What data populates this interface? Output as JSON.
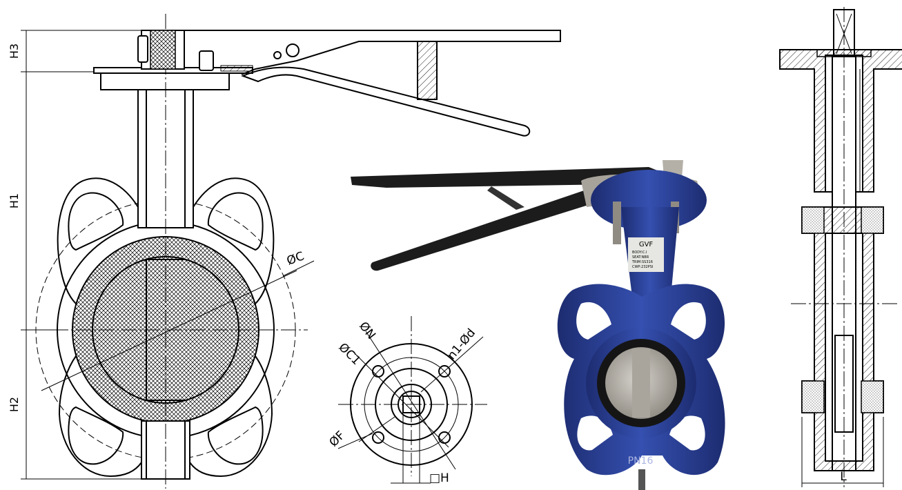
{
  "dimensions": {
    "h1": "H1",
    "h2": "H2",
    "h3": "H3",
    "phi_c": "ØC",
    "phi_n": "ØN",
    "phi_c1": "ØC1",
    "n1_phi_d": "n1-Ød",
    "phi_f": "ØF",
    "square_h": "□H",
    "l": "L"
  },
  "photo": {
    "brand": "GVF",
    "plate_lines": [
      "BODY:C.I",
      "SEAT:NBR",
      "TRIM:SS316",
      "CWP:232PSI"
    ],
    "body_mark": "PN16"
  },
  "colors": {
    "line": "#000000",
    "valve_blue": "#2a3f95",
    "handle_black": "#1c1c1c",
    "seat_black": "#151515",
    "disc_steel": "#b9b5ad"
  }
}
